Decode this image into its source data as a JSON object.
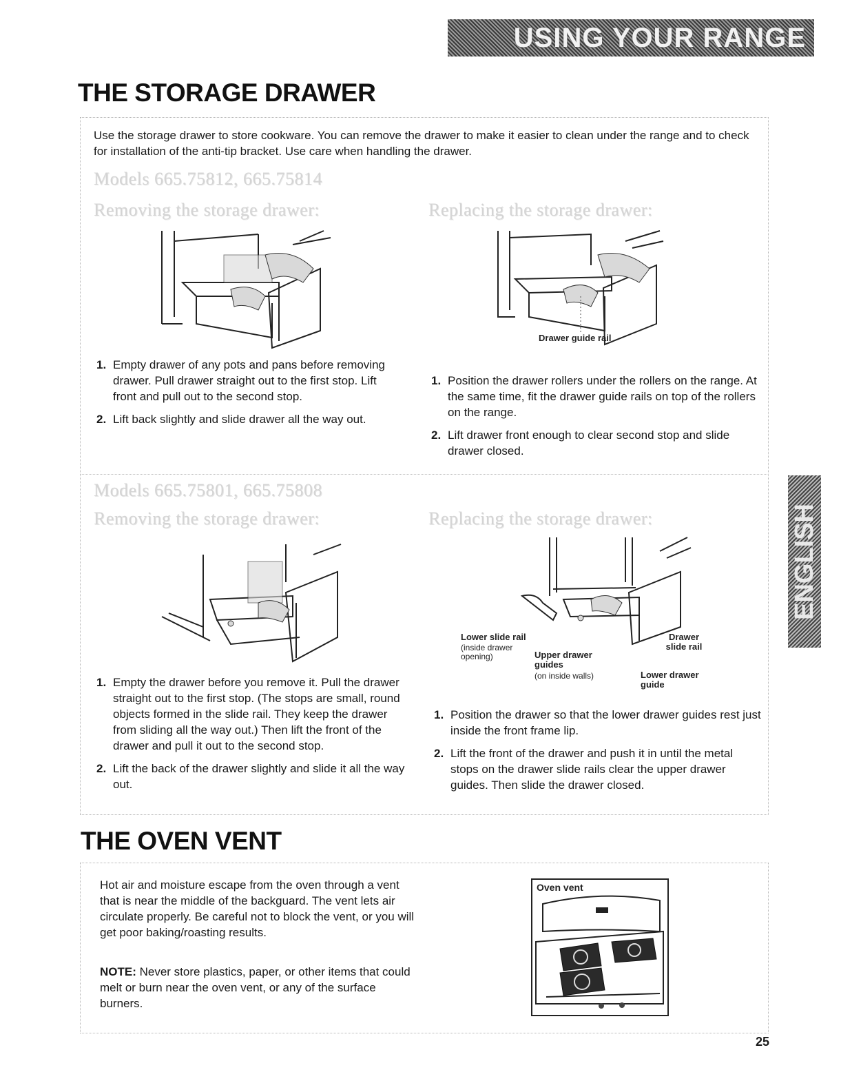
{
  "banner": "USING YOUR RANGE",
  "side_tab": "ENGLISH",
  "page_number": "25",
  "storage": {
    "title": "THE STORAGE DRAWER",
    "intro": "Use the storage drawer to store cookware. You can remove the drawer to make it easier to clean under the range and to check for installation of the anti-tip bracket. Use care when handling the drawer.",
    "models_a": {
      "heading": "Models 665.75812, 665.75814",
      "remove_heading": "Removing the storage drawer:",
      "replace_heading": "Replacing the storage drawer:",
      "remove_steps": [
        {
          "num": "1.",
          "text": "Empty drawer of any pots and pans before removing drawer. Pull drawer straight out to the first stop. Lift front and pull out to the second stop."
        },
        {
          "num": "2.",
          "text": "Lift back slightly and slide drawer all the way out."
        }
      ],
      "replace_steps": [
        {
          "num": "1.",
          "text": "Position the drawer rollers under the rollers on the range. At the same time, fit the drawer guide rails on top of the rollers on the range."
        },
        {
          "num": "2.",
          "text": "Lift drawer front enough to clear second stop and slide drawer closed."
        }
      ],
      "label_guide_rail": "Drawer guide rail"
    },
    "models_b": {
      "heading": "Models 665.75801, 665.75808",
      "remove_heading": "Removing the storage drawer:",
      "replace_heading": "Replacing the storage drawer:",
      "remove_steps": [
        {
          "num": "1.",
          "text": "Empty the drawer before you remove it. Pull the drawer straight out to the first stop. (The stops are small, round objects formed in the slide rail. They keep the drawer from sliding all the way out.) Then lift the front of the drawer and pull it out to the second stop."
        },
        {
          "num": "2.",
          "text": "Lift the back of the drawer slightly and slide it all the way out."
        }
      ],
      "replace_steps": [
        {
          "num": "1.",
          "text": "Position the drawer so that the lower drawer guides rest just inside the front frame lip."
        },
        {
          "num": "2.",
          "text": "Lift the front of the drawer and push it in until the metal stops on the drawer slide rails clear the upper drawer guides. Then slide the drawer closed."
        }
      ],
      "labels": {
        "lower_slide_rail": "Lower slide rail",
        "inside_drawer_opening": "(inside drawer opening)",
        "upper_drawer_guides": "Upper drawer guides",
        "on_inside_walls": "(on inside walls)",
        "drawer_slide_rail": "Drawer slide rail",
        "lower_drawer_guide": "Lower drawer guide"
      }
    }
  },
  "vent": {
    "title": "THE OVEN VENT",
    "para": "Hot air and moisture escape from the oven through a vent that is near the middle of the backguard. The vent lets air circulate properly. Be careful not to block the vent, or you will get poor baking/roasting results.",
    "note_label": "NOTE:",
    "note_text": " Never store plastics, paper, or other items that could melt or burn near the oven vent, or any of the surface burners.",
    "figure_label": "Oven vent"
  }
}
